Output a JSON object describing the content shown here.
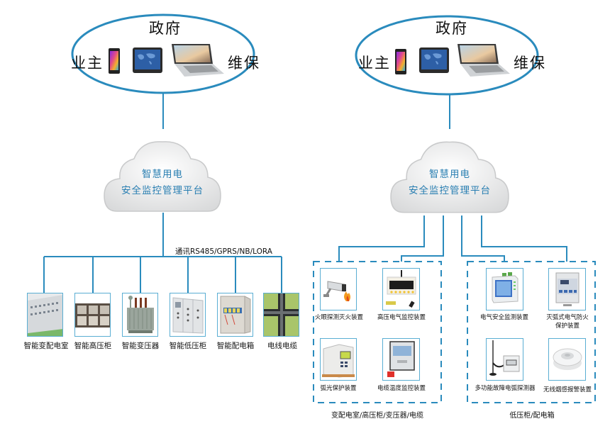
{
  "colors": {
    "line": "#2a8bbd",
    "cloud_text": "#2a7fb2",
    "box_border": "#5aaed3"
  },
  "left_diagram": {
    "ring": {
      "top_label": "政府",
      "left_label": "业主",
      "right_label": "维保",
      "devices": [
        "smartphone-icon",
        "tablet-icon",
        "laptop-icon"
      ]
    },
    "cloud": {
      "line1": "智慧用电",
      "line2": "安全监控管理平台"
    },
    "comm_label": "通讯RS485/GPRS/NB/LORA",
    "devices": [
      {
        "label": "智能变配电室",
        "icon": "switchgear-room-icon"
      },
      {
        "label": "智能高压柜",
        "icon": "high-voltage-cabinet-icon"
      },
      {
        "label": "智能变压器",
        "icon": "transformer-icon"
      },
      {
        "label": "智能低压柜",
        "icon": "low-voltage-cabinet-icon"
      },
      {
        "label": "智能配电箱",
        "icon": "distribution-box-icon"
      },
      {
        "label": "电线电缆",
        "icon": "cable-icon"
      }
    ]
  },
  "right_diagram": {
    "ring": {
      "top_label": "政府",
      "left_label": "业主",
      "right_label": "维保",
      "devices": [
        "smartphone-icon",
        "tablet-icon",
        "laptop-icon"
      ]
    },
    "cloud": {
      "line1": "智慧用电",
      "line2": "安全监控管理平台"
    },
    "groups": [
      {
        "caption": "变配电室/高压柜/变压器/电缆",
        "devices": [
          {
            "label": "火眼探测灭火装置",
            "icon": "camera-fire-icon"
          },
          {
            "label": "高压电气监控装置",
            "icon": "hv-monitor-icon"
          },
          {
            "label": "弧光保护装置",
            "icon": "arc-protection-icon"
          },
          {
            "label": "电缆温度监控装置",
            "icon": "cable-temp-monitor-icon"
          }
        ]
      },
      {
        "caption": "低压柜/配电箱",
        "devices": [
          {
            "label": "电气安全监测装置",
            "icon": "safety-monitor-icon"
          },
          {
            "label": "灭弧式电气防火保护装置",
            "label_line1": "灭弧式电气防火",
            "label_line2": "保护装置",
            "icon": "arc-extinguish-icon"
          },
          {
            "label": "多功能故障电弧探测器",
            "icon": "arc-detector-icon"
          },
          {
            "label": "无线烟感报警装置",
            "icon": "smoke-detector-icon"
          }
        ]
      }
    ]
  }
}
